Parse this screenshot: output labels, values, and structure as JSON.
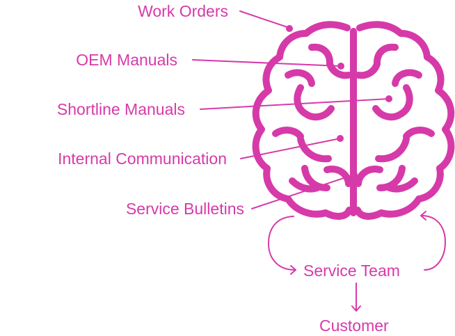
{
  "colors": {
    "accent": "#d63aa8"
  },
  "sources": [
    "Work Orders",
    "OEM Manuals",
    "Shortline Manuals",
    "Internal Communication",
    "Service Bulletins"
  ],
  "service_team": "Service Team",
  "customer": "Customer",
  "icons": {
    "brain": "brain-icon"
  }
}
